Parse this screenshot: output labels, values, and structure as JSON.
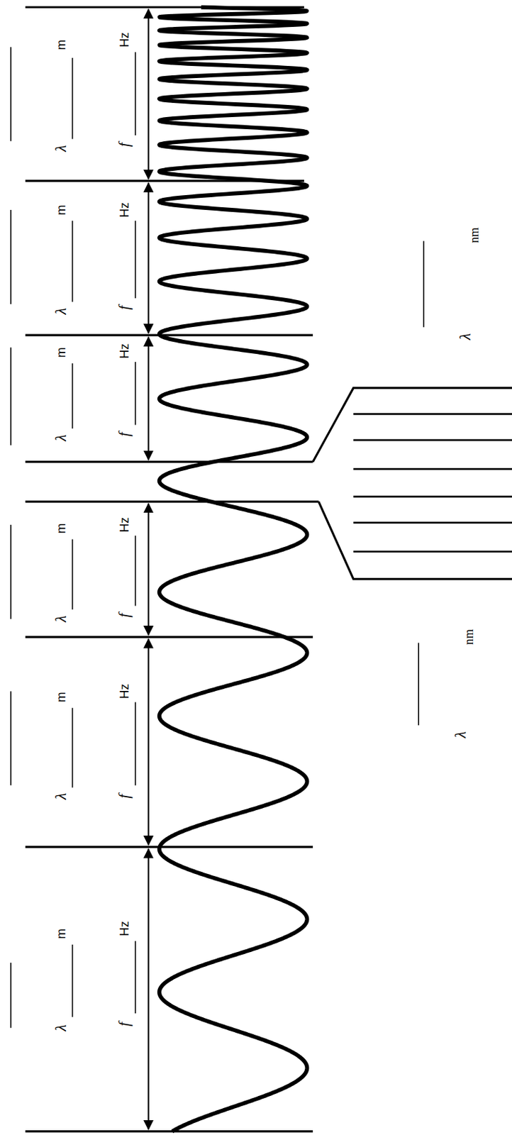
{
  "diagram": {
    "labels": [
      "λ",
      "m",
      "f",
      "Hz",
      "λ",
      "m",
      "f",
      "Hz",
      "λ",
      "m",
      "f",
      "Hz",
      "λ",
      "m",
      "f",
      "Hz",
      "λ",
      "m",
      "f",
      "Hz",
      "λ",
      "m",
      "f",
      "Hz",
      "λ",
      "nm",
      "λ",
      "nm"
    ]
  }
}
